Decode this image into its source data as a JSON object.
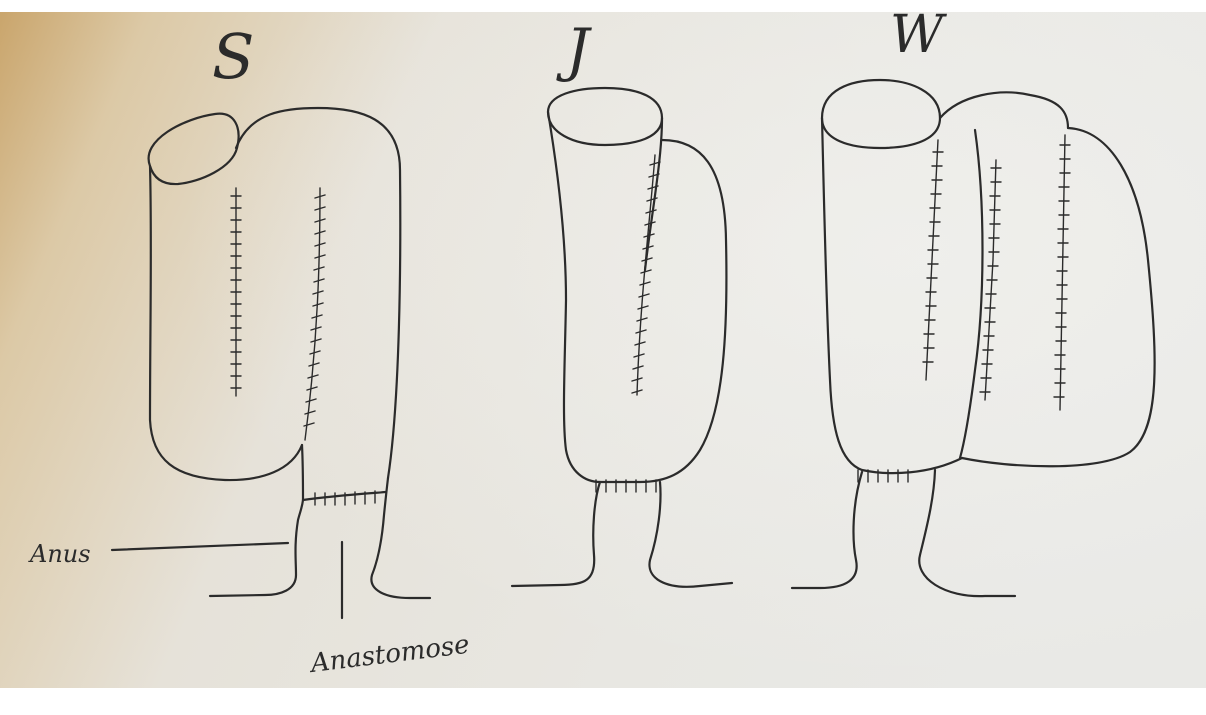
{
  "titles": {
    "s_pouch": "S",
    "j_pouch": "J",
    "w_pouch": "W"
  },
  "labels": {
    "anus": "Anus",
    "anastomosis": "Anastomose"
  },
  "colors": {
    "ink": "#2b2b2b"
  }
}
